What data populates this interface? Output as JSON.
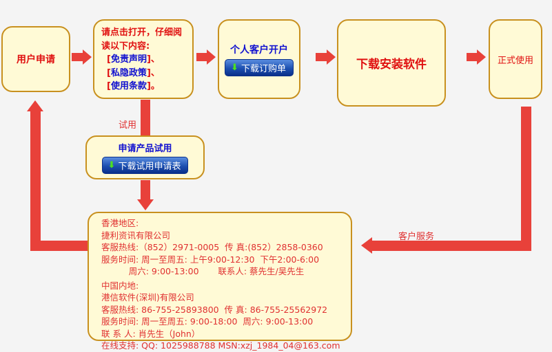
{
  "steps": {
    "apply": "用户申请",
    "read_intro": "请点击打开，仔细阅读以下内容:",
    "disclaimer": "免责声明",
    "privacy": "私隐政策",
    "terms": "使用条款",
    "open_account": "个人客户开户",
    "download_order": "下载订购单",
    "install": "下载安装软件",
    "use": "正式使用",
    "trial_title": "申请产品试用",
    "download_trial": "下载试用申请表"
  },
  "labels": {
    "trial": "试用",
    "service": "客户服务"
  },
  "contact": {
    "hk": [
      "香港地区:",
      "捷利资讯有限公司",
      "客服热线:（852）2971-0005  传 真:(852）2858-0360",
      "服务时间: 周一至周五: 上午9:00-12:30  下午2:00-6:00",
      "          周六: 9:00-13:00       联系人: 蔡先生/吴先生"
    ],
    "cn": [
      "中国内地:",
      "港信软件(深圳)有限公司",
      "客服热线: 86-755-25893800  传 真: 86-755-25562972",
      "服务时间: 周一至周五: 9:00-18:00  周六: 9:00-13:00",
      "联 系 人: 肖先生（John）",
      "在线支持: QQ: 1025988788 MSN:xzj_1984_04@163.com"
    ]
  },
  "colors": {
    "arrow": "#e8413a",
    "box": "#fffad6",
    "border": "#c8901e"
  }
}
